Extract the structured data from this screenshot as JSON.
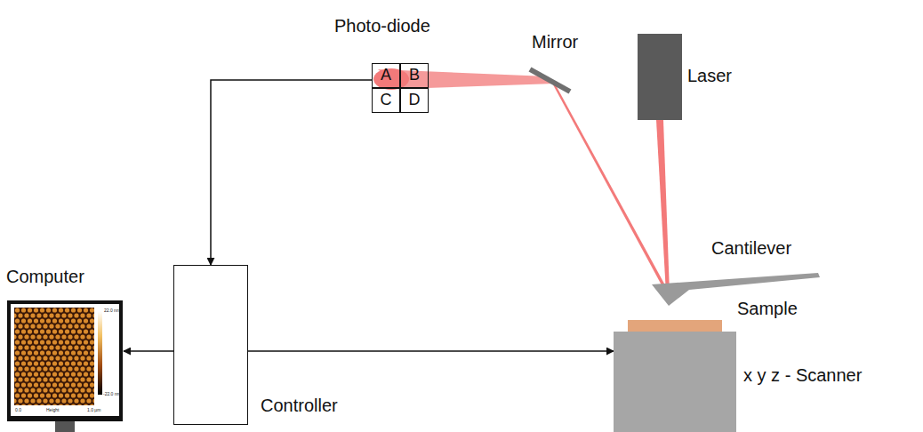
{
  "diagram": {
    "nodes": [
      {
        "text": [
          "Photo-diode"
        ]
      },
      {
        "text": [
          "A"
        ],
        "in": 0
      },
      {
        "text": [
          "B"
        ],
        "in": 0
      },
      {
        "text": [
          "C"
        ],
        "in": 0
      },
      {
        "text": [
          "D"
        ],
        "in": 0
      },
      {
        "text": [
          "Laser"
        ]
      },
      {
        "text": [
          "Controller"
        ]
      },
      {
        "text": [
          "Computer"
        ]
      },
      {
        "text": [
          "x y z - Scanner"
        ]
      },
      {
        "text": [
          "Sample"
        ]
      }
    ],
    "edges": [
      {
        "from": 0,
        "to": 6,
        "arrow": "to"
      },
      {
        "from": 6,
        "to": 7,
        "arrow": "to"
      },
      {
        "from": 6,
        "to": 8,
        "arrow": "to"
      }
    ],
    "labels": [
      "Mirror",
      "Cantilever",
      "22.0 nm",
      "-22.0 nm",
      "0.0",
      "Height",
      "1.0 µm"
    ]
  }
}
